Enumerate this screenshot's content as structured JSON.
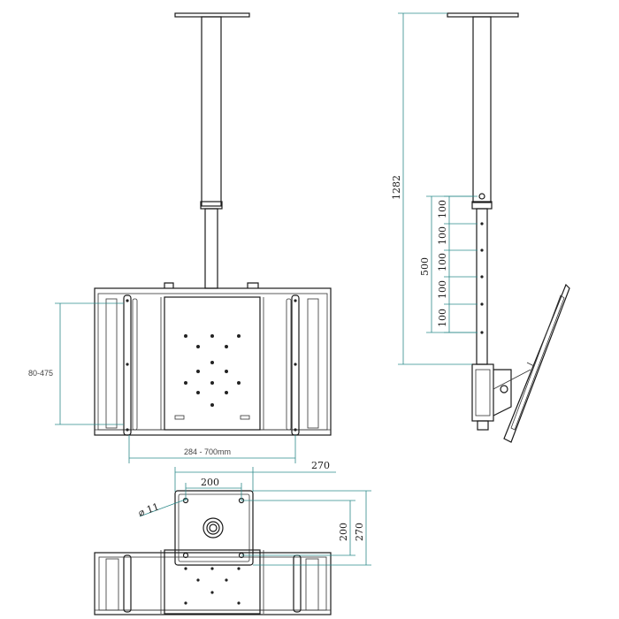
{
  "colors": {
    "line": "#1a1a1a",
    "dimension": "#2e8b8b",
    "background": "#ffffff"
  },
  "front_view": {
    "height_range_label": "80-475",
    "width_range_label": "284 - 700mm"
  },
  "side_view": {
    "total_height_label": "1282",
    "adjust_range_label": "500",
    "step_labels": [
      "100",
      "100",
      "100",
      "100",
      "100"
    ]
  },
  "plate_view": {
    "width_label": "200",
    "outer_width_label": "270",
    "height_label": "200",
    "outer_height_label": "270",
    "hole_label": "⌀ 11"
  }
}
